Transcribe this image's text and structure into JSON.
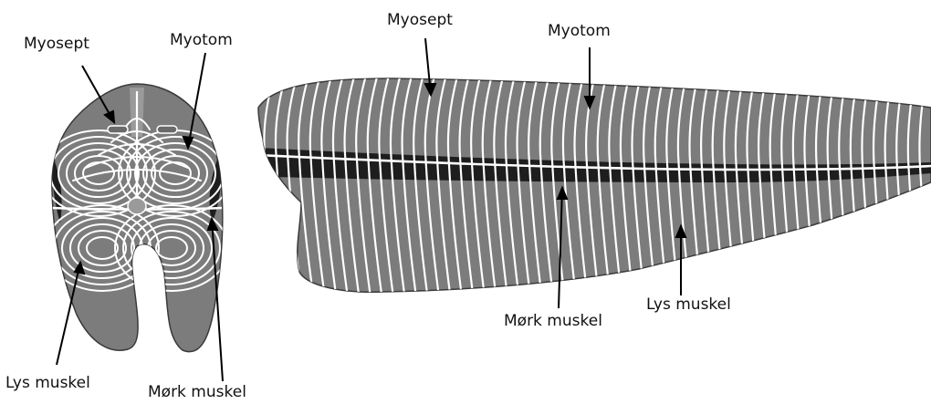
{
  "labels": {
    "cross_myosept": "Myosept",
    "cross_myotom": "Myotom",
    "cross_lys_muskel": "Lys muskel",
    "cross_mork_muskel": "Mørk muskel",
    "fillet_myosept": "Myosept",
    "fillet_myotom": "Myotom",
    "fillet_mork_muskel": "Mørk muskel",
    "fillet_lys_muskel": "Lys muskel"
  },
  "colors": {
    "muscle_fill": "#7c7c7c",
    "dark_muscle": "#1e1e1e",
    "septa_lines": "#ffffff",
    "outline": "#3a3a3a",
    "arrow": "#000000"
  }
}
